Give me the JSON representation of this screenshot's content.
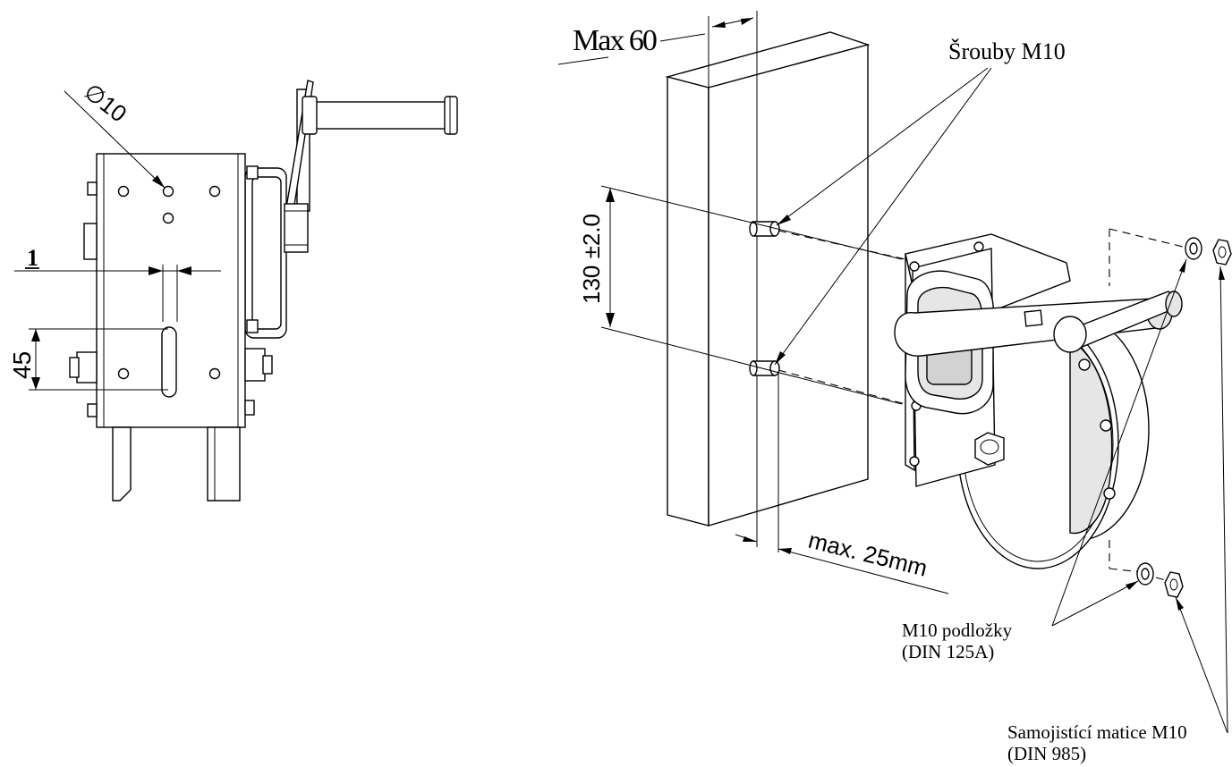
{
  "labels": {
    "max60": "Max 60",
    "srouby": "Šrouby M10",
    "dim130": "130 ±2.0",
    "max25": "max. 25mm",
    "diameter": "∅10",
    "dim1": "1",
    "dim45": "45",
    "podlozky_line1": "M10 podložky",
    "podlozky_line2": "(DIN 125A)",
    "matice_line1": "Samojistící matice M10",
    "matice_line2": "(DIN 985)"
  }
}
